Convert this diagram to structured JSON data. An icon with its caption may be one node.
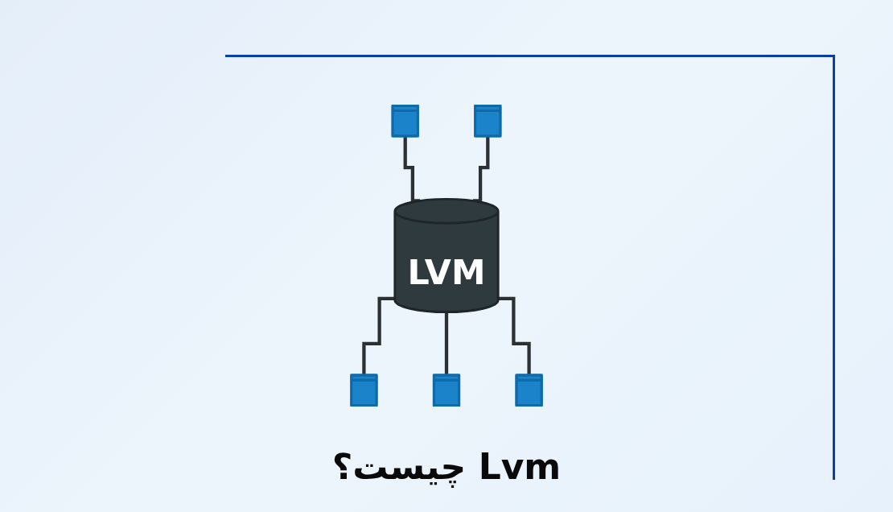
{
  "diagram": {
    "title": "Lvm چیست؟",
    "nodes": [
      {
        "text": [],
        "shape": "server"
      },
      {
        "text": [],
        "shape": "server"
      },
      {
        "text": [
          "LVM"
        ]
      },
      {
        "text": [],
        "shape": "server"
      },
      {
        "text": [],
        "shape": "server"
      },
      {
        "text": [],
        "shape": "server"
      }
    ],
    "edges": [
      {
        "from": 0,
        "to": 2,
        "arrow": "none"
      },
      {
        "from": 1,
        "to": 2,
        "arrow": "none"
      },
      {
        "from": 2,
        "to": 3,
        "arrow": "none"
      },
      {
        "from": 2,
        "to": 4,
        "arrow": "none"
      },
      {
        "from": 2,
        "to": 5,
        "arrow": "none"
      }
    ]
  }
}
